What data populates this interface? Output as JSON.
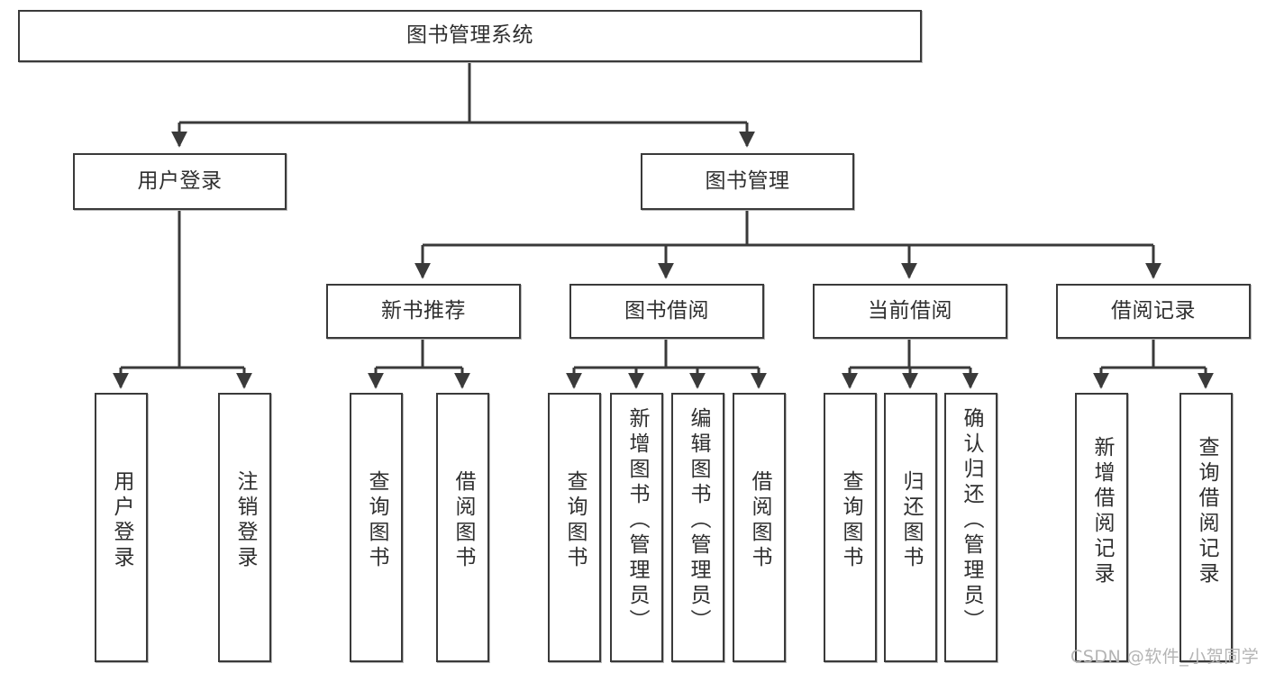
{
  "diagram": {
    "type": "tree-hierarchy",
    "title": "图书管理系统",
    "watermark": "CSDN @软件_小贺同学",
    "colors": {
      "box_border": "#3a3a3a",
      "box_fill": "#ffffff",
      "edge": "#3a3a3a",
      "text": "#2f2f2f",
      "watermark": "#b4b4b4",
      "background": "#ffffff"
    },
    "levels": {
      "root": {
        "label": "图书管理系统"
      },
      "level2": [
        {
          "id": "user-login",
          "label": "用户登录"
        },
        {
          "id": "book-manage",
          "label": "图书管理"
        }
      ],
      "level3": [
        {
          "id": "new-book-recommend",
          "label": "新书推荐"
        },
        {
          "id": "book-borrow",
          "label": "图书借阅"
        },
        {
          "id": "current-borrow",
          "label": "当前借阅"
        },
        {
          "id": "borrow-record",
          "label": "借阅记录"
        }
      ],
      "leaves": [
        {
          "id": "leaf-user-login",
          "label": "用户登录",
          "parent": "user-login"
        },
        {
          "id": "leaf-user-logout",
          "label": "注销登录",
          "parent": "user-login"
        },
        {
          "id": "leaf-query-book-1",
          "label": "查询图书",
          "parent": "new-book-recommend"
        },
        {
          "id": "leaf-borrow-book-1",
          "label": "借阅图书",
          "parent": "new-book-recommend"
        },
        {
          "id": "leaf-query-book-2",
          "label": "查询图书",
          "parent": "book-borrow"
        },
        {
          "id": "leaf-add-book",
          "label": "新增图书（管理员）",
          "parent": "book-borrow"
        },
        {
          "id": "leaf-edit-book",
          "label": "编辑图书（管理员）",
          "parent": "book-borrow"
        },
        {
          "id": "leaf-borrow-book-2",
          "label": "借阅图书",
          "parent": "book-borrow"
        },
        {
          "id": "leaf-query-book-3",
          "label": "查询图书",
          "parent": "current-borrow"
        },
        {
          "id": "leaf-return-book",
          "label": "归还图书",
          "parent": "current-borrow"
        },
        {
          "id": "leaf-confirm-return",
          "label": "确认归还（管理员）",
          "parent": "current-borrow"
        },
        {
          "id": "leaf-add-record",
          "label": "新增借阅记录",
          "parent": "borrow-record"
        },
        {
          "id": "leaf-query-record",
          "label": "查询借阅记录",
          "parent": "borrow-record"
        }
      ]
    }
  }
}
